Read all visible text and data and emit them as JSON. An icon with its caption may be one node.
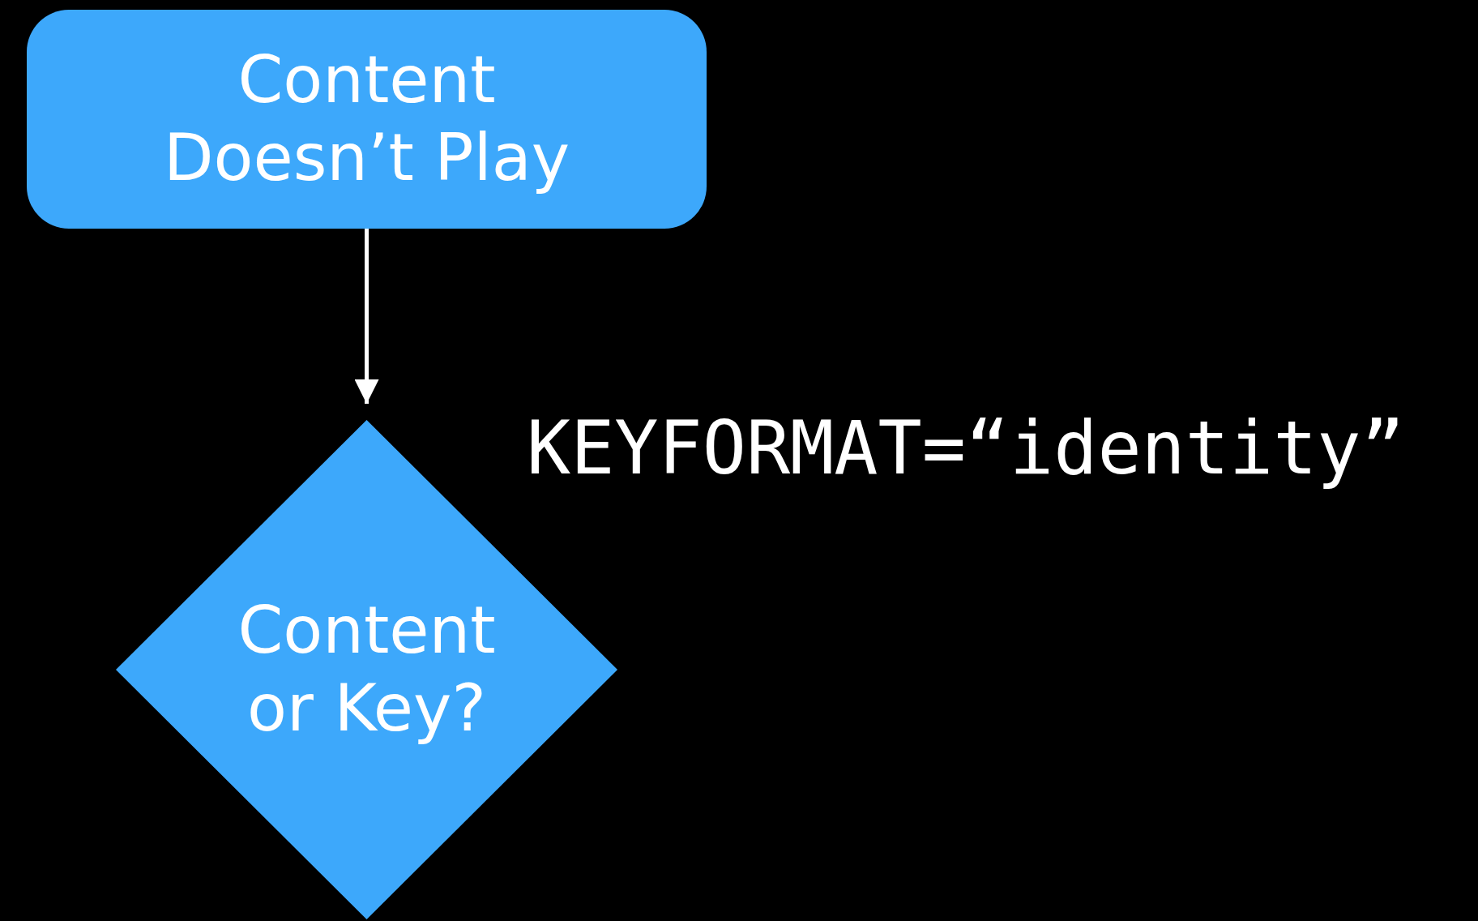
{
  "diagram": {
    "nodes": [
      {
        "text": [
          "Content Doesn’t Play"
        ]
      },
      {
        "text": [
          "Content or Key?"
        ]
      }
    ],
    "edges": [
      {
        "from": 0,
        "to": 1,
        "arrow": "to"
      }
    ],
    "labels": [
      "KEYFORMAT=“identity”"
    ]
  }
}
